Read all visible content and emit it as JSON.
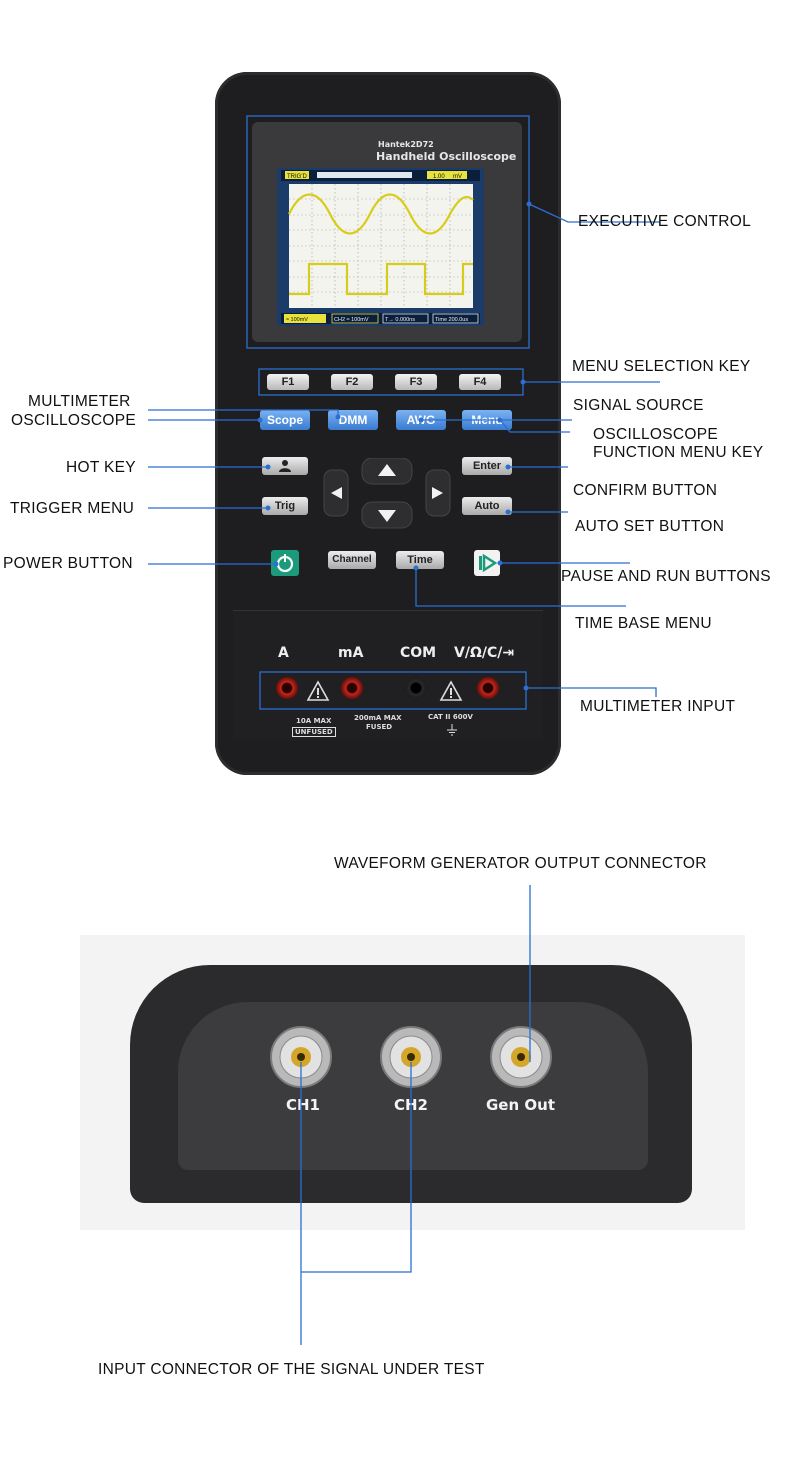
{
  "screen": {
    "model": "Hantek2D72",
    "title": "Handheld Oscilloscope",
    "top_bar": [
      "TRIG'D",
      "1.00",
      "mV"
    ],
    "bottom_bar": [
      "≈ 100mV",
      "CH2 ≈ 100mV",
      "T→ 0.000ns",
      "Time 200.0us"
    ]
  },
  "keys": {
    "f1": "F1",
    "f2": "F2",
    "f3": "F3",
    "f4": "F4",
    "scope": "Scope",
    "dmm": "DMM",
    "awg": "AWG",
    "menu": "Menu",
    "enter": "Enter",
    "trig": "Trig",
    "auto": "Auto",
    "channel": "Channel",
    "time": "Time"
  },
  "terminals": {
    "a": "A",
    "ma": "mA",
    "com": "COM",
    "v": "V/Ω/C/⇥",
    "rating_a": "10A MAX",
    "unfused": "UNFUSED",
    "rating_ma": "200mA MAX",
    "fused": "FUSED",
    "cat": "CAT II 600V"
  },
  "connectors": {
    "ch1": "CH1",
    "ch2": "CH2",
    "gen_out": "Gen Out"
  },
  "callouts": {
    "executive_control": "EXECUTIVE CONTROL",
    "menu_selection_key": "MENU SELECTION KEY",
    "multimeter": "MULTIMETER",
    "oscilloscope": "OSCILLOSCOPE",
    "signal_source": "SIGNAL SOURCE",
    "osc_function_menu_1": "OSCILLOSCOPE",
    "osc_function_menu_2": "FUNCTION MENU KEY",
    "hot_key": "HOT KEY",
    "confirm_button": "CONFIRM BUTTON",
    "trigger_menu": "TRIGGER MENU",
    "auto_set_button": "AUTO SET BUTTON",
    "power_button": "POWER BUTTON",
    "pause_run": "PAUSE AND RUN BUTTONS",
    "time_base_menu": "TIME BASE MENU",
    "multimeter_input": "MULTIMETER INPUT",
    "waveform_generator_output": "WAVEFORM GENERATOR OUTPUT CONNECTOR",
    "input_connector": "INPUT CONNECTOR OF THE SIGNAL UNDER TEST"
  },
  "colors": {
    "callout_line": "#2a6fd1",
    "device_body": "#1e1e20",
    "blue_key": "#3a7bd0",
    "lcd_bg": "#1b3b68"
  }
}
